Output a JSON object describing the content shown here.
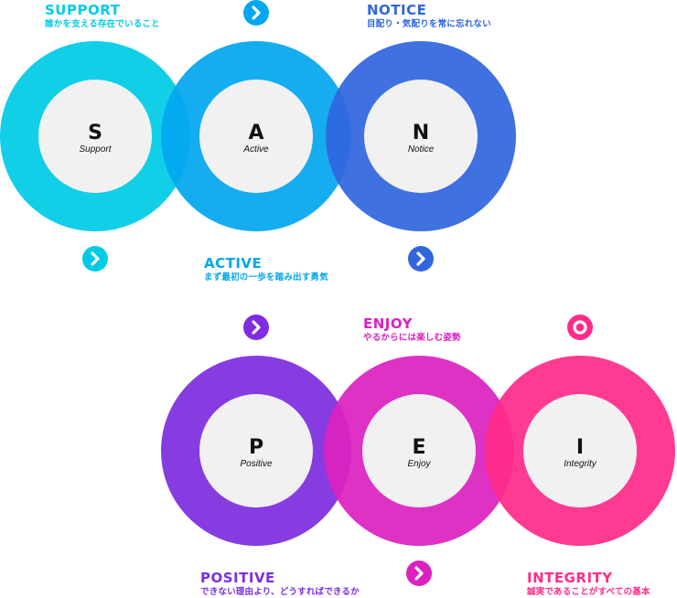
{
  "colors": {
    "s": "#00cbe6",
    "a": "#03a7ef",
    "n": "#3166df",
    "p": "#7e2de0",
    "e": "#da22c0",
    "i": "#ff2b8a",
    "inner": "#f1f1f1",
    "letter": "#111111"
  },
  "rings": [
    {
      "key": "s",
      "letter": "S",
      "word": "Support"
    },
    {
      "key": "a",
      "letter": "A",
      "word": "Active"
    },
    {
      "key": "n",
      "letter": "N",
      "word": "Notice"
    },
    {
      "key": "p",
      "letter": "P",
      "word": "Positive"
    },
    {
      "key": "e",
      "letter": "E",
      "word": "Enjoy"
    },
    {
      "key": "i",
      "letter": "I",
      "word": "Integrity"
    }
  ],
  "labels": {
    "support": {
      "title": "SUPPORT",
      "sub": "誰かを支える存在でいること"
    },
    "active": {
      "title": "ACTIVE",
      "sub": "まず最初の一歩を踏み出す勇気"
    },
    "notice": {
      "title": "NOTICE",
      "sub": "目配り・気配りを常に忘れない"
    },
    "enjoy": {
      "title": "ENJOY",
      "sub": "やるからには楽しむ姿勢"
    },
    "positive": {
      "title": "POSITIVE",
      "sub": "できない理由より、どうすればできるか"
    },
    "integrity": {
      "title": "INTEGRITY",
      "sub": "誠実であることがすべての基本"
    }
  },
  "markers": [
    {
      "key": "a",
      "icon": "arrow-right-icon"
    },
    {
      "key": "s",
      "icon": "arrow-right-icon"
    },
    {
      "key": "n",
      "icon": "arrow-right-icon"
    },
    {
      "key": "p",
      "icon": "arrow-right-icon"
    },
    {
      "key": "e",
      "icon": "arrow-right-icon"
    },
    {
      "key": "i",
      "icon": "ring-end-icon"
    }
  ]
}
